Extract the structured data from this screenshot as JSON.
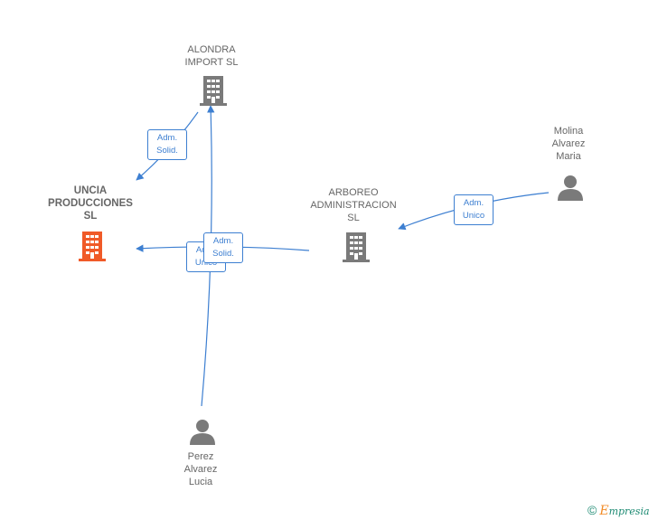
{
  "colors": {
    "edge": "#3d7fd1",
    "company": "#7a7a7a",
    "focus_company": "#f05a28",
    "person": "#7a7a7a",
    "text": "#666666"
  },
  "nodes": {
    "alondra": {
      "lines": [
        "ALONDRA",
        "IMPORT SL"
      ],
      "icon": "building-icon"
    },
    "uncia": {
      "lines": [
        "UNCIA",
        "PRODUCCIONES",
        "SL"
      ],
      "icon": "building-icon"
    },
    "arboreo": {
      "lines": [
        "ARBOREO",
        "ADMINISTRACION",
        "SL"
      ],
      "icon": "building-icon"
    },
    "molina": {
      "lines": [
        "Molina",
        "Alvarez",
        "Maria"
      ],
      "icon": "person-icon"
    },
    "perez": {
      "lines": [
        "Perez",
        "Alvarez",
        "Lucia"
      ],
      "icon": "person-icon"
    }
  },
  "edges": {
    "alondra_uncia": {
      "lines": [
        "Adm.",
        "Solid."
      ]
    },
    "molina_arboreo": {
      "lines": [
        "Adm.",
        "Unico"
      ]
    },
    "arboreo_uncia": {
      "lines": [
        "Adm.",
        "Unico"
      ]
    },
    "perez_alondra": {
      "lines": [
        "Adm.",
        "Solid."
      ]
    }
  },
  "footer": {
    "symbol": "©",
    "brand_first": "E",
    "brand_rest": "mpresia"
  }
}
